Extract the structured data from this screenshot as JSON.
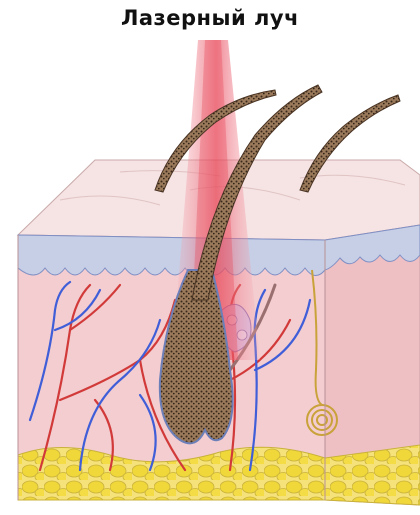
{
  "title": "Лазерный луч",
  "colors": {
    "laser": "#e8485a",
    "skin_pink": "#f3cdd0",
    "epidermis": "#c6cfe6",
    "hair": "#5b4330",
    "artery": "#d23a3a",
    "vein": "#3f5ed8",
    "fat": "#f1dc4a",
    "nerve": "#e3c24a"
  },
  "elements": {
    "laser_beam": "laser-beam",
    "hairs": [
      "hair-left",
      "hair-center",
      "hair-right"
    ],
    "layers": [
      "epidermis",
      "dermis",
      "subcutaneous-fat"
    ]
  }
}
